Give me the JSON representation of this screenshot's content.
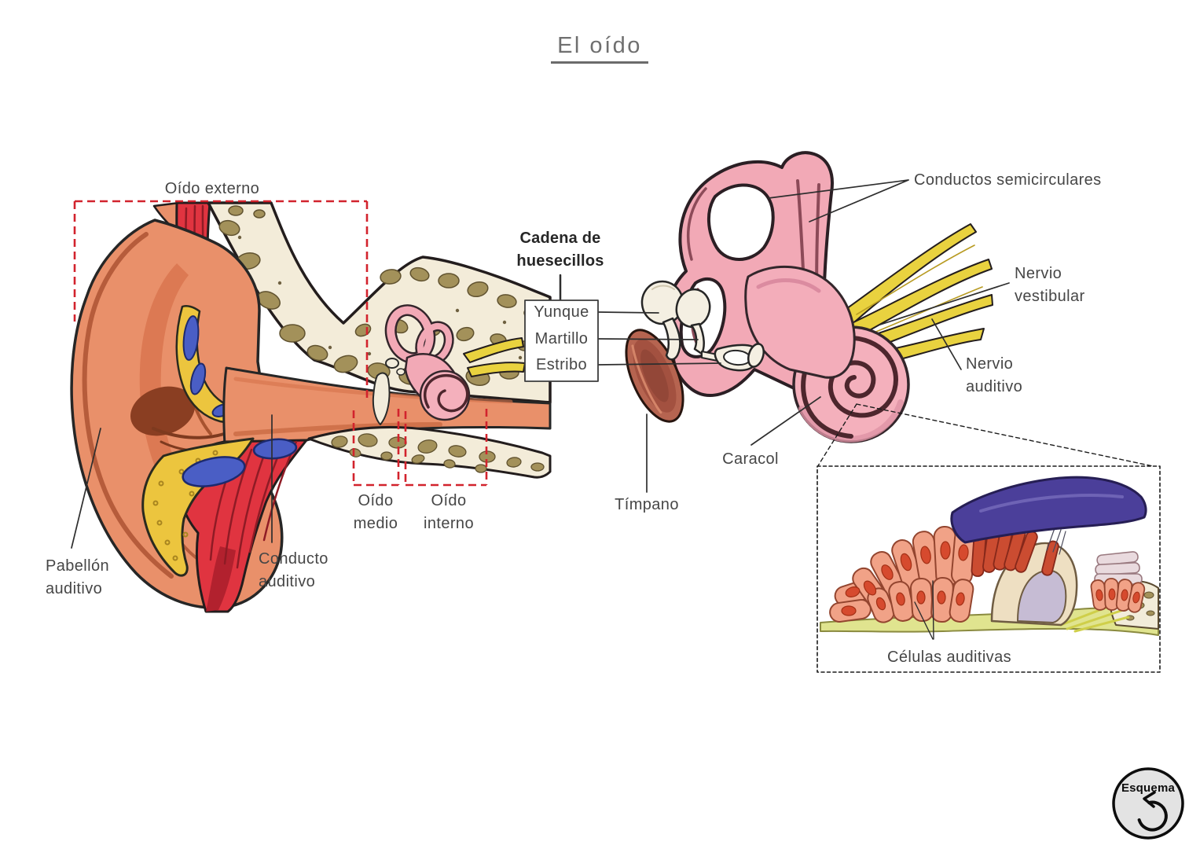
{
  "page": {
    "title": "El oído"
  },
  "regions": {
    "outer_ear": "Oído externo",
    "middle_ear": "Oído medio",
    "inner_ear": "Oído interno"
  },
  "outer_labels": {
    "pinna": "Pabellón auditivo",
    "ear_canal": "Conducto auditivo"
  },
  "ossicle_chain": {
    "heading": "Cadena de huesecillos",
    "items": [
      {
        "label": "Yunque"
      },
      {
        "label": "Martillo"
      },
      {
        "label": "Estribo"
      }
    ]
  },
  "inner_labels": {
    "semicircular_canals": "Conductos semicirculares",
    "vestibular_nerve": "Nervio vestibular",
    "auditory_nerve": "Nervio auditivo",
    "cochlea": "Caracol",
    "eardrum": "Tímpano",
    "hair_cells": "Células auditivas"
  },
  "badge": {
    "label": "Esquema"
  },
  "colors": {
    "label_text": "#464646",
    "title_text": "#6f6f6f",
    "heading_text": "#262626",
    "region_box_red": "#d2232d",
    "leader_line": "#2e2e2e",
    "pinna_skin": "#e9906a",
    "muscle_red": "#e03440",
    "bone_cream": "#f3ecd9",
    "bone_spot_olive": "#a3915a",
    "fat_yellow": "#ecc53e",
    "vein_blue": "#4a5ec5",
    "labyrinth_pink": "#f2a9b6",
    "nerve_yellow": "#e9d23f",
    "eardrum_brown": "#b66450",
    "ossicle_ivory": "#f4efe2",
    "tectorial_purple": "#4b3f9a",
    "hair_cell_salmon": "#f1a287",
    "nucleus_red": "#d64a2e",
    "badge_fill": "#e3e3e3"
  }
}
